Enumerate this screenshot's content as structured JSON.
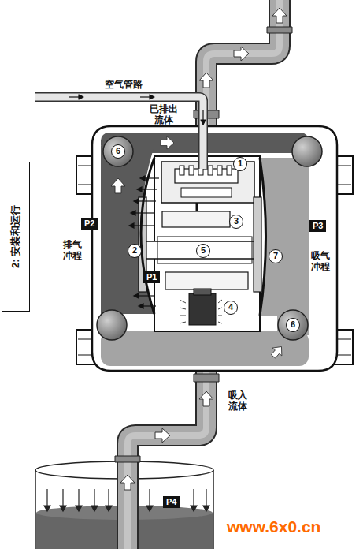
{
  "diagram": {
    "nodes": [
      {
        "text": [
          "2: 安装和运行"
        ]
      },
      {
        "text": [
          "P2"
        ]
      },
      {
        "text": [
          "P1"
        ]
      },
      {
        "text": [
          "P3"
        ]
      },
      {
        "text": [
          "P4"
        ]
      }
    ],
    "labels": [
      "空气管路",
      "已排出 流体",
      "排气 冲程",
      "吸气 冲程",
      "吸入 流体",
      "1",
      "2",
      "3",
      "4",
      "5",
      "6",
      "6",
      "7",
      "www.6x0.cn"
    ]
  }
}
